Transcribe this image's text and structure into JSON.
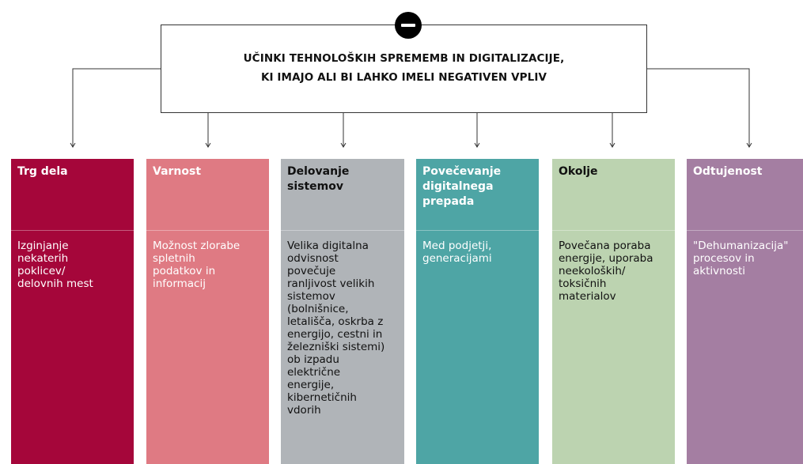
{
  "header": {
    "title_line1": "UČINKI TEHNOLOŠKIH SPREMEMB IN DIGITALIZACIJE,",
    "title_line2": "KI IMAJO ALI BI LAHKO IMELI  NEGATIVEN VPLIV",
    "badge_icon": "minus-circle-icon"
  },
  "categories": [
    {
      "heading": "Trg dela",
      "body": "Izginjanje\nnekaterih\npoklicev/\ndelovnih mest",
      "color": "#a5063a",
      "text_color": "#ffffff",
      "heading_color": "#ffffff"
    },
    {
      "heading": "Varnost",
      "body": "Možnost zlorabe\nspletnih\npodatkov in\ninformacij",
      "color": "#df7a83",
      "text_color": "#ffffff",
      "heading_color": "#ffffff"
    },
    {
      "heading": "Delovanje\nsistemov",
      "body": "Velika digitalna\nodvisnost\npovečuje\nranljivost  velikih\nsistemov\n(bolnišnice,\nletališča, oskrba z\nenergijo, cestni in\nželezniški sistemi)\nob izpadu\nelektrične\nenergije,\nkibernetičnih\nvdorih",
      "color": "#b0b4b8",
      "text_color": "#111111",
      "heading_color": "#111111"
    },
    {
      "heading": "Povečevanje\ndigitalnega\nprepada",
      "body": "Med podjetji,\ngeneracijami",
      "color": "#4ea5a5",
      "text_color": "#ffffff",
      "heading_color": "#ffffff"
    },
    {
      "heading": "Okolje",
      "body": "Povečana poraba\nenergije, uporaba\nneekoloških/\ntoksičnih\nmaterialov",
      "color": "#bcd3b0",
      "text_color": "#111111",
      "heading_color": "#111111"
    },
    {
      "heading": "Odtujenost",
      "body": "\"Dehumanizacija\"\nprocesov in\naktivnosti",
      "color": "#a47ea2",
      "text_color": "#ffffff",
      "heading_color": "#ffffff"
    }
  ]
}
